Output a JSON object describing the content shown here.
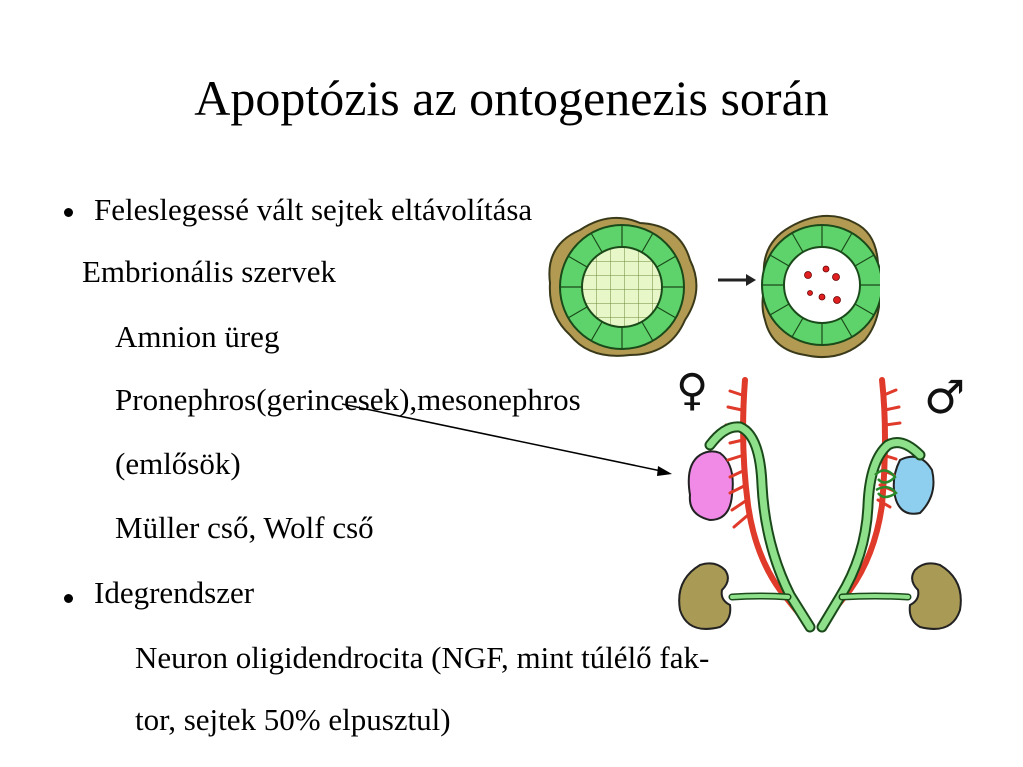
{
  "slide": {
    "title": "Apoptózis az ontogenezis során",
    "bullet1": "Feleslegessé vált sejtek eltávolítása",
    "sub1": "Embrionális szervek",
    "item_amnion": "Amnion üreg",
    "item_pronephros": "Pronephros(gerincesek),mesonephros",
    "item_emlosok": "(emlősök)",
    "item_muller": "Müller cső, Wolf cső",
    "bullet2": "Idegrendszer",
    "neuron_line1": "Neuron oligidendrocita (NGF, mint túlélő fak-",
    "neuron_line2": "tor, sejtek 50% elpusztul)"
  },
  "figures": {
    "female_symbol": "♀",
    "male_symbol": "♂"
  },
  "colors": {
    "tissue_olive": "#b39a52",
    "cell_green": "#5fd36b",
    "lumen_pale": "#e8f7c8",
    "apoptotic_red": "#e02020",
    "duct_red": "#e03a2a",
    "ovary_pink": "#f08ae6",
    "testis_blue": "#8ecff0",
    "kidney_olive": "#a99a55"
  }
}
